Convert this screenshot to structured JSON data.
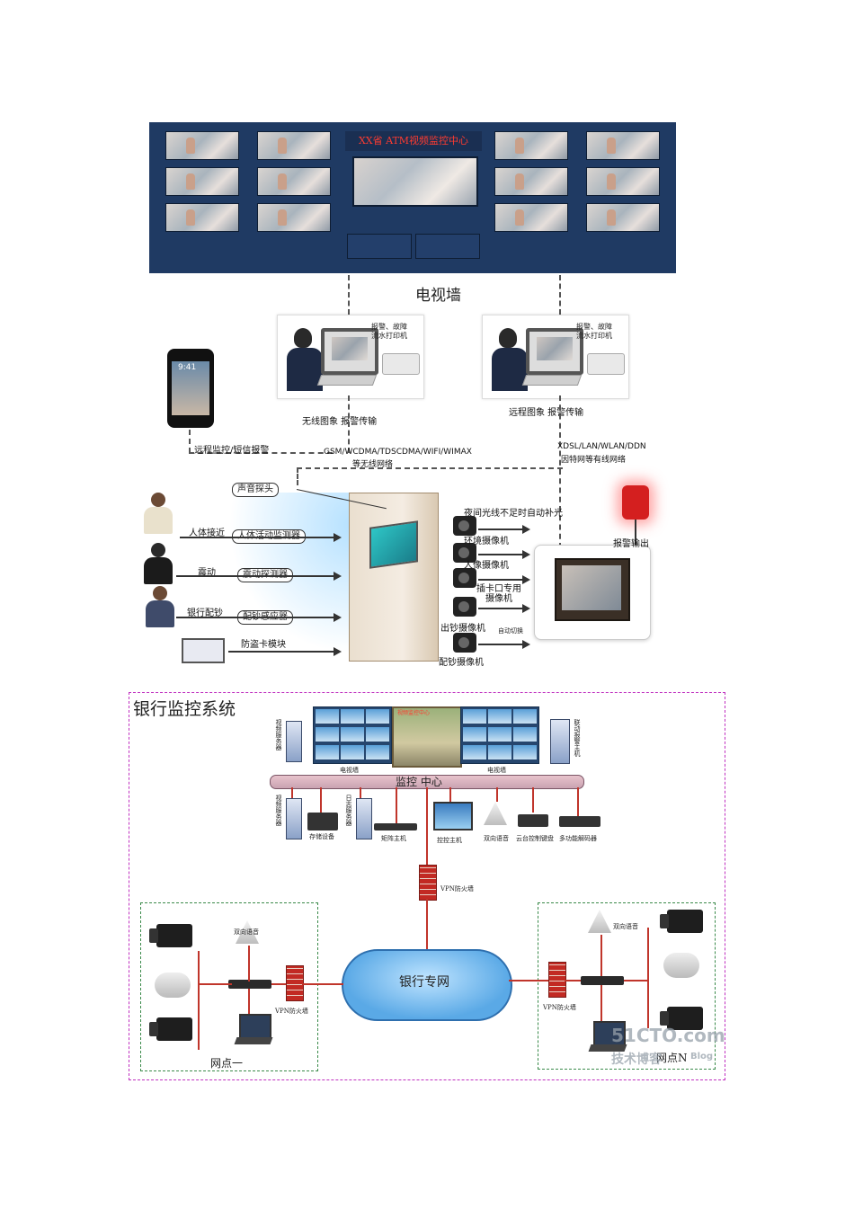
{
  "upper": {
    "wall_title": "XX省 ATM视频监控中心",
    "tv_wall": "电视墙",
    "printer_note": "报警、故障\n流水打印机",
    "left_station_caption": "无线图象  报警传输",
    "right_station_caption": "远程图象  报警传输",
    "phone_time": "9:41",
    "remote_label": "远程监控/短信报警",
    "wireless_net": "GSM/WCDMA/TDSCDMA/WIFI/WIMAX",
    "wireless_net2": "等无线网络",
    "wired_net": "XDSL/LAN/WLAN/DDN",
    "wired_net2": "因特网等有线网络",
    "sound_probe": "声音探头",
    "night_light": "夜间光线不足时自动补光",
    "human_approach": "人体接近",
    "body_monitor": "人体活动监测器",
    "vibration": "震动",
    "vibration_detector": "震动探测器",
    "bank_cash": "银行配钞",
    "cash_sensor": "配钞感应器",
    "anti_skim": "防盗卡模块",
    "cam_env": "环境摄像机",
    "cam_face": "人像摄像机",
    "cam_card": "插卡口专用",
    "cam_card2": "摄像机",
    "cam_cashout": "出钞摄像机",
    "auto_switch": "自动切换",
    "cam_cashload": "配钞摄像机",
    "alarm_out": "报警输出"
  },
  "lower": {
    "title": "银行监控系统",
    "center_bus": "监控   中心",
    "center_screen_label": "视频监控中心",
    "tv_wall_left": "电视墙",
    "tv_wall_right": "电视墙",
    "video_server_top": "视频服务器",
    "linkage_alarm": "联动报警主机",
    "video_server": "视频服务器",
    "storage": "存储设备",
    "log_server": "日志服务器",
    "matrix_host": "矩阵主机",
    "control_host": "控控主机",
    "two_way_audio": "双向语音",
    "ptz_keyboard": "云台控制键盘",
    "multi_decoder": "多功能解码器",
    "vpn_fw_center": "VPN防火墙",
    "bank_net": "银行专网",
    "site_one": "网点一",
    "site_n": "网点N",
    "site_one_audio": "双向语音",
    "site_one_fw": "VPN防火墙",
    "site_n_audio": "双向语音",
    "site_n_fw": "VPN防火墙",
    "watermark_1": "51CTO.com",
    "watermark_2": "技术博客",
    "watermark_3": "Blog"
  }
}
